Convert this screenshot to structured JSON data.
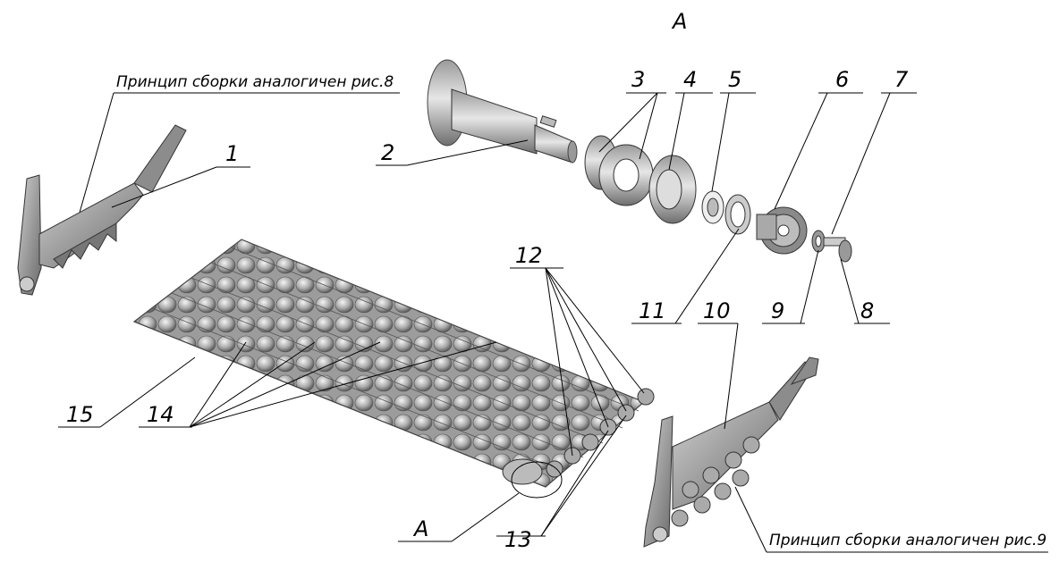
{
  "view_label": "А",
  "view_ref_label": "А",
  "notes": {
    "top_left": "Принцип сборки аналогичен рис.8",
    "bottom_right": "Принцип сборки аналогичен рис.9"
  },
  "callouts": [
    "1",
    "2",
    "3",
    "4",
    "5",
    "6",
    "7",
    "8",
    "9",
    "10",
    "11",
    "12",
    "13",
    "14",
    "15"
  ]
}
